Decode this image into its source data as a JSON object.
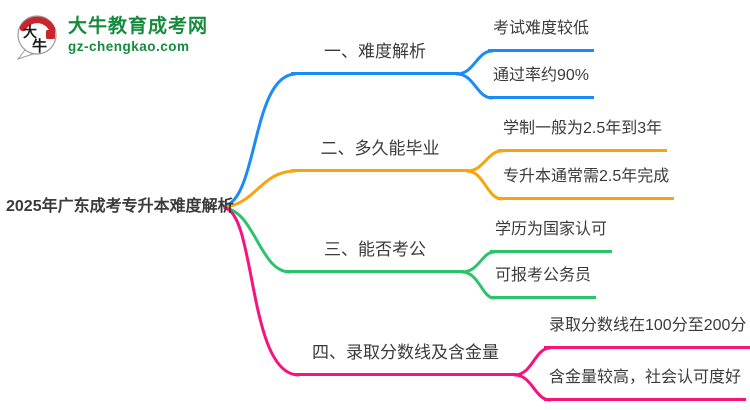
{
  "logo": {
    "icon_char_1": "大",
    "icon_char_2": "牛",
    "title": "大牛教育成考网",
    "subtitle": "gz-chengkao.com",
    "title_color": "#168B3E",
    "seal_color": "#C9252C"
  },
  "mindmap": {
    "root": {
      "label": "2025年广东成考专升本难度解析"
    },
    "branches": [
      {
        "label": "一、难度解析",
        "color": "#1B8BF5",
        "children": [
          "考试难度较低",
          "通过率约90%"
        ]
      },
      {
        "label": "二、多久能毕业",
        "color": "#F8A411",
        "children": [
          "学制一般为2.5年到3年",
          "专升本通常需2.5年完成"
        ]
      },
      {
        "label": "三、能否考公",
        "color": "#2BC36B",
        "children": [
          "学历为国家认可",
          "可报考公务员"
        ]
      },
      {
        "label": "四、录取分数线及含金量",
        "color": "#F5137F",
        "children": [
          "录取分数线在100分至200分",
          "含金量较高，社会认可度好"
        ]
      }
    ]
  }
}
